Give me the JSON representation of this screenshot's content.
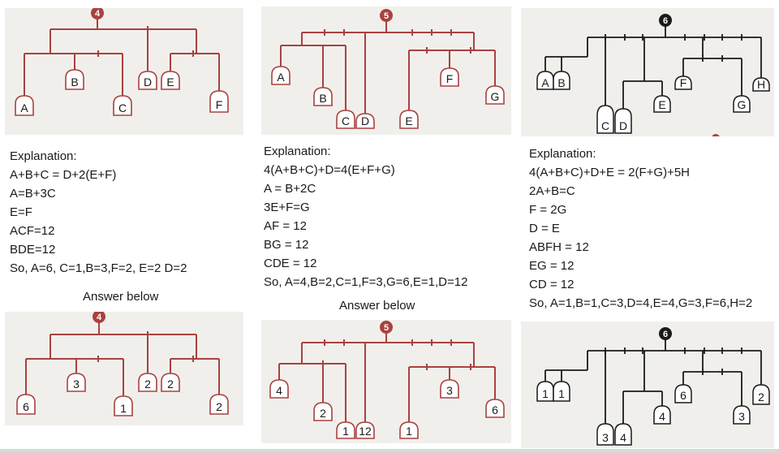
{
  "puzzles": [
    {
      "number": "4",
      "top": {
        "labels": [
          "A",
          "B",
          "C",
          "D",
          "E",
          "F"
        ]
      },
      "explanation_title": "Explanation:",
      "explanation_lines": [
        "A+B+C = D+2(E+F)",
        "A=B+3C",
        "E=F",
        "ACF=12",
        "BDE=12",
        "So, A=6, C=1,B=3,F=2, E=2 D=2"
      ],
      "answer_caption": "Answer below",
      "bottom": {
        "labels": [
          "6",
          "3",
          "1",
          "2",
          "2",
          "2"
        ]
      }
    },
    {
      "number": "5",
      "top": {
        "labels": [
          "A",
          "B",
          "C",
          "D",
          "E",
          "F",
          "G"
        ]
      },
      "explanation_title": "Explanation:",
      "explanation_lines": [
        "4(A+B+C)+D=4(E+F+G)",
        "A = B+2C",
        "3E+F=G",
        "AF = 12",
        "BG = 12",
        "CDE = 12",
        "So, A=4,B=2,C=1,F=3,G=6,E=1,D=12"
      ],
      "answer_caption": "Answer below",
      "bottom": {
        "labels": [
          "4",
          "2",
          "1",
          "12",
          "1",
          "3",
          "6"
        ]
      }
    },
    {
      "number": "6",
      "top": {
        "labels": [
          "A",
          "B",
          "C",
          "D",
          "E",
          "F",
          "G",
          "H"
        ]
      },
      "explanation_title": "Explanation:",
      "explanation_lines": [
        "4(A+B+C)+D+E = 2(F+G)+5H",
        "2A+B=C",
        "F = 2G",
        "D = E",
        "ABFH = 12",
        "EG = 12",
        "CD = 12",
        "So, A=1,B=1,C=3,D=4,E=4,G=3,F=6,H=2"
      ],
      "bottom": {
        "labels": [
          "1",
          "1",
          "3",
          "4",
          "4",
          "6",
          "3",
          "2"
        ]
      }
    }
  ],
  "colors": {
    "red": "#a8423f",
    "black": "#1a1a1a",
    "panel_bg": "#f1efec"
  }
}
